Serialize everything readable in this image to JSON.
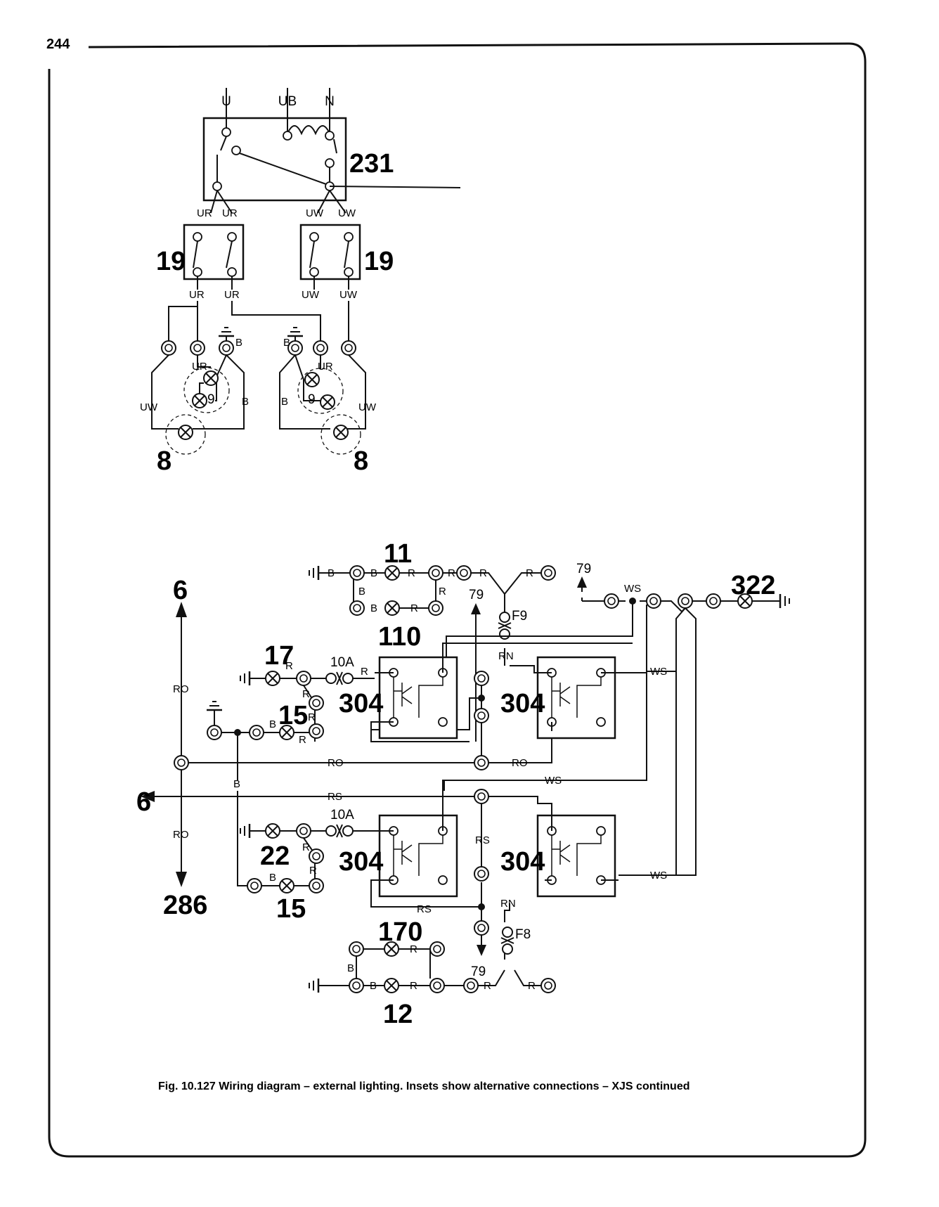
{
  "page": {
    "number": "244"
  },
  "caption": "Fig. 10.127 Wiring diagram – external lighting. Insets show alternative connections – XJS continued",
  "components": {
    "c231": "231",
    "c19": "19",
    "c9": "9",
    "c8": "8",
    "c11": "11",
    "c110": "110",
    "c6": "6",
    "c17": "17",
    "c15": "15",
    "c304": "304",
    "c322": "322",
    "c22": "22",
    "c286": "286",
    "c170": "170",
    "c12": "12",
    "c79": "79"
  },
  "wires": {
    "U": "U",
    "UB": "UB",
    "N": "N",
    "UR": "UR",
    "UW": "UW",
    "B": "B",
    "R": "R",
    "RO": "RO",
    "RS": "RS",
    "WS": "WS",
    "RN": "RN"
  },
  "fuses": {
    "F9": "F9",
    "F8": "F8",
    "amp10": "10A"
  }
}
